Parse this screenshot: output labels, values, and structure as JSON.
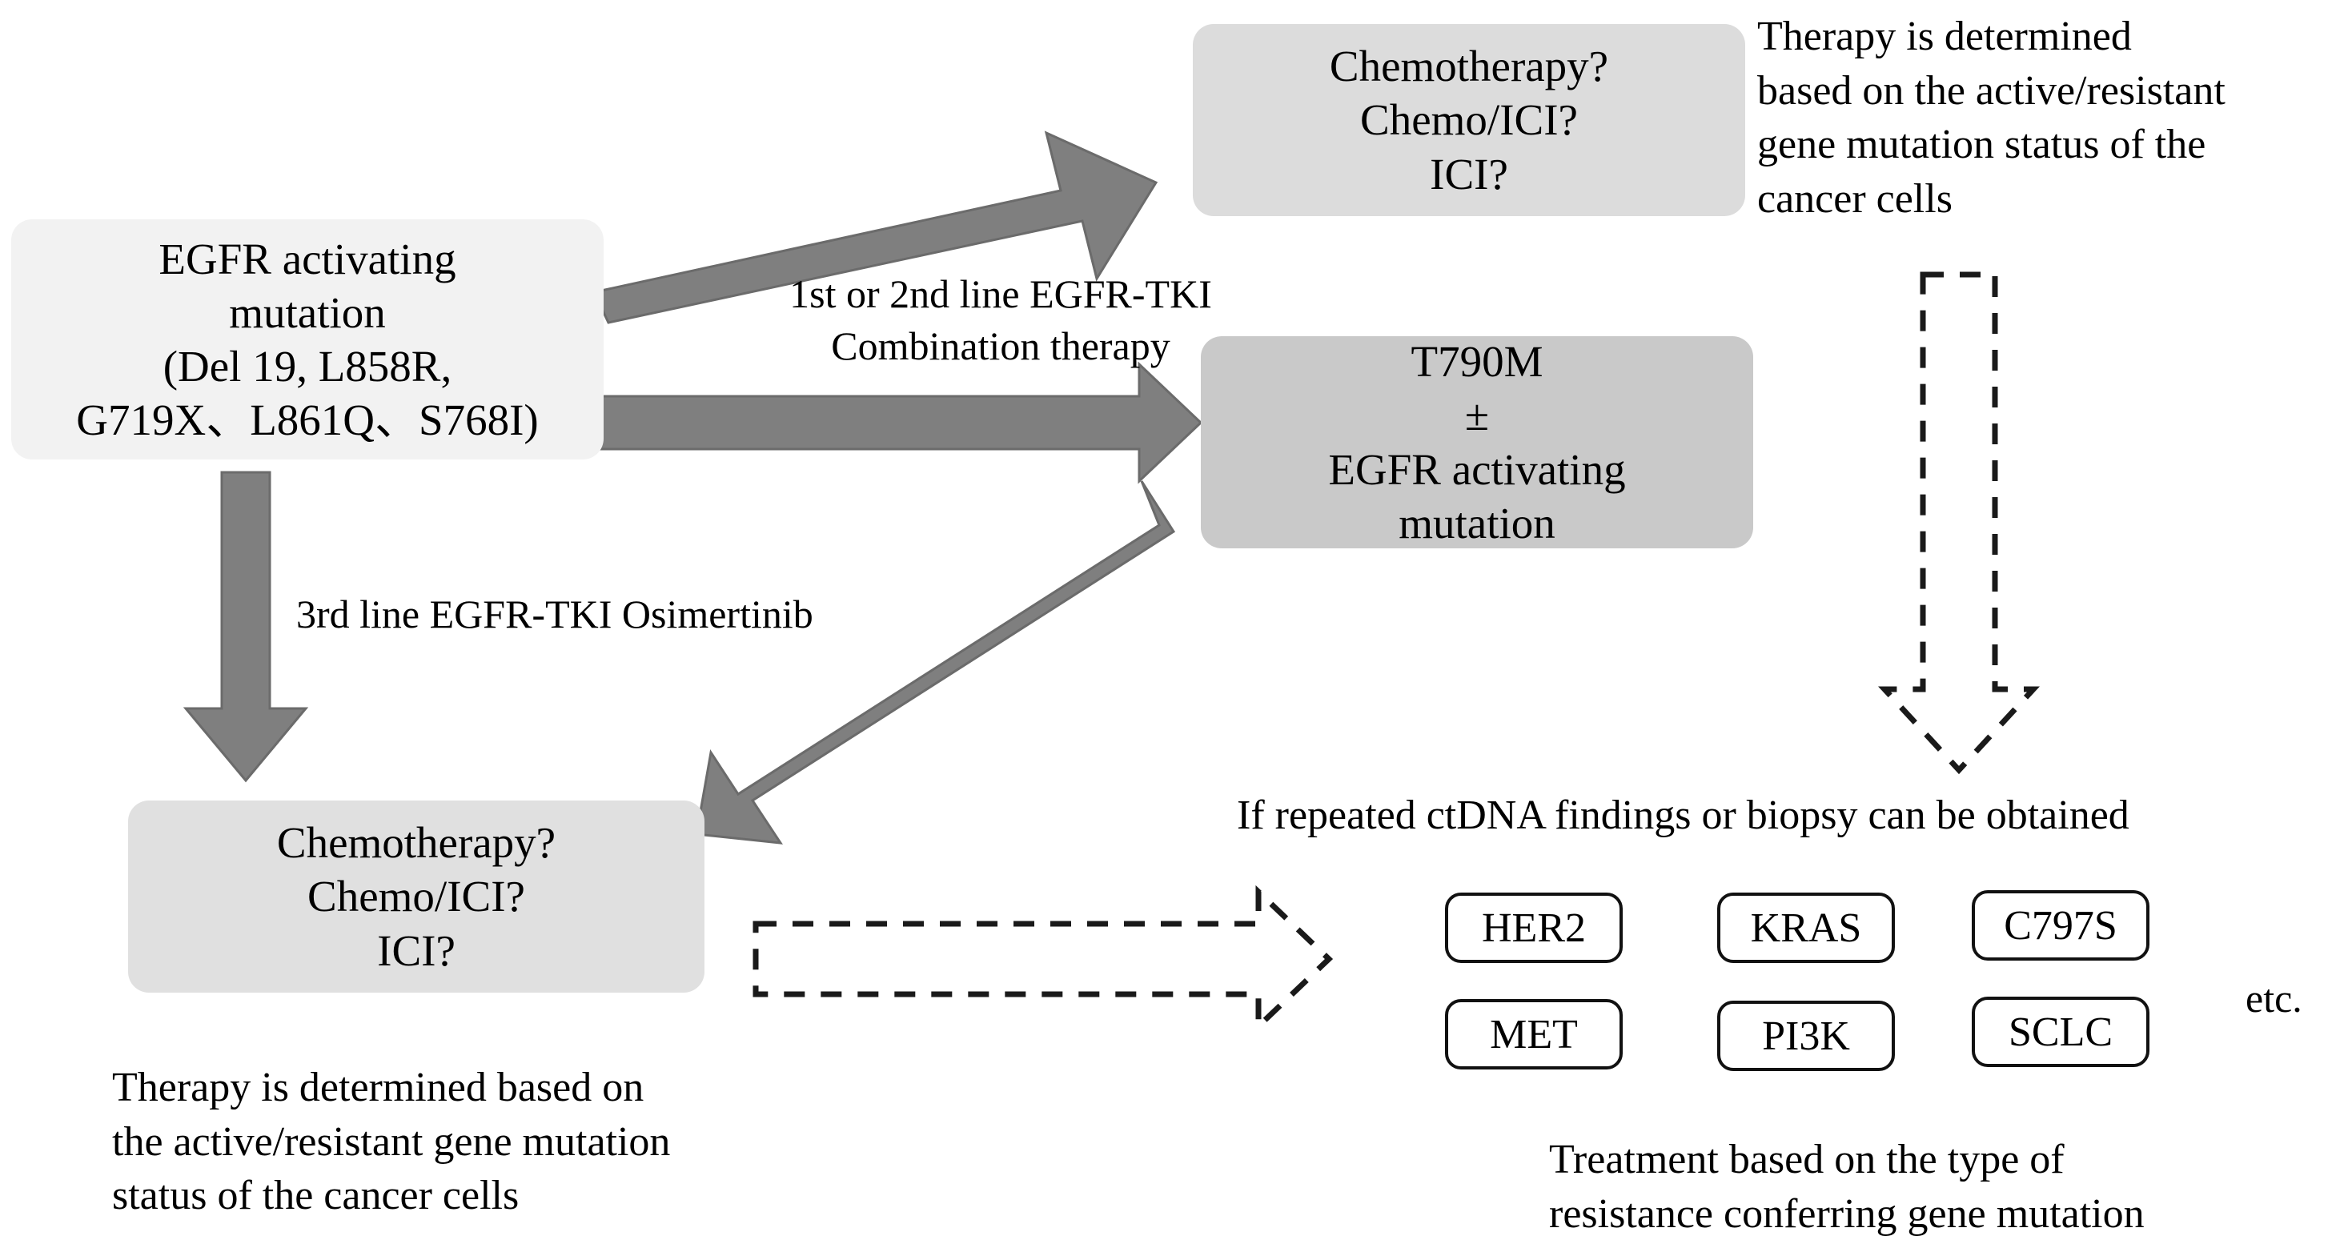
{
  "diagram": {
    "title": "EGFR activating mutation treatment flow",
    "colors": {
      "arrow_gray": "#7f7f7f",
      "box_light": "#f2f2f2",
      "box_mid": "#dcdcdc",
      "box_dark": "#c9c9c9",
      "chip_border": "#111111",
      "text": "#000000",
      "background": "#ffffff"
    }
  },
  "nodes": {
    "egfr": {
      "line1": "EGFR activating",
      "line2": "mutation",
      "line3": "(Del 19, L858R,",
      "line4": "G719X、L861Q、S768I)"
    },
    "chemo_top": {
      "line1": "Chemotherapy?",
      "line2": "Chemo/ICI?",
      "line3": "ICI?"
    },
    "t790m": {
      "line1": "T790M",
      "line2": "±",
      "line3": "EGFR activating",
      "line4": "mutation"
    },
    "chemo_bottom": {
      "line1": "Chemotherapy?",
      "line2": "Chemo/ICI?",
      "line3": "ICI?"
    }
  },
  "labels": {
    "arrow_upper": "1st or 2nd line EGFR-TKI\nCombination therapy",
    "arrow_down_left": "3rd line EGFR-TKI Osimertinib",
    "top_right_note": "Therapy is determined\nbased on the active/resistant\ngene mutation status of the\ncancer cells",
    "ctdna_note": "If repeated ctDNA findings or biopsy can be obtained",
    "bottom_left_note": "Therapy is determined based on\nthe active/resistant gene mutation\nstatus of the cancer cells",
    "bottom_right_note": "Treatment based on the type of\nresistance conferring gene mutation",
    "etc": "etc."
  },
  "gene_chips": [
    {
      "label": "HER2"
    },
    {
      "label": "KRAS"
    },
    {
      "label": "C797S"
    },
    {
      "label": "MET"
    },
    {
      "label": "PI3K"
    },
    {
      "label": "SCLC"
    }
  ]
}
